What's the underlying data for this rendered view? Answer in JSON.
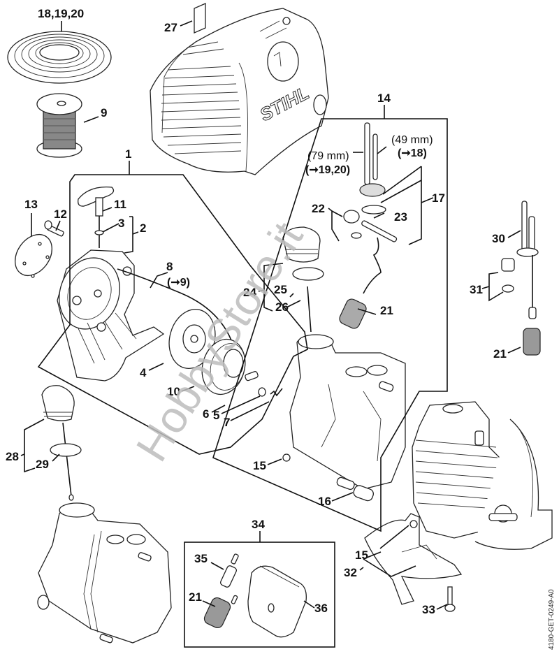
{
  "diagram": {
    "brand_on_cover": "STIHL",
    "watermark": "HobbyStore.it",
    "drawing_code": "4180-GET-0249-A0",
    "callouts": [
      {
        "id": "c18_19_20",
        "text": "18,19,20"
      },
      {
        "id": "c9",
        "text": "9"
      },
      {
        "id": "c27",
        "text": "27"
      },
      {
        "id": "c1",
        "text": "1"
      },
      {
        "id": "c14",
        "text": "14"
      },
      {
        "id": "c13",
        "text": "13"
      },
      {
        "id": "c12",
        "text": "12"
      },
      {
        "id": "c11",
        "text": "11"
      },
      {
        "id": "c3",
        "text": "3"
      },
      {
        "id": "c2",
        "text": "2"
      },
      {
        "id": "c8",
        "text": "8"
      },
      {
        "id": "c4",
        "text": "4"
      },
      {
        "id": "c10",
        "text": "10"
      },
      {
        "id": "c6",
        "text": "6"
      },
      {
        "id": "c5",
        "text": "5"
      },
      {
        "id": "c7",
        "text": "7"
      },
      {
        "id": "c22",
        "text": "22"
      },
      {
        "id": "c23",
        "text": "23"
      },
      {
        "id": "c17",
        "text": "17"
      },
      {
        "id": "c24",
        "text": "24"
      },
      {
        "id": "c25",
        "text": "25"
      },
      {
        "id": "c26",
        "text": "26"
      },
      {
        "id": "c21a",
        "text": "21"
      },
      {
        "id": "c30",
        "text": "30"
      },
      {
        "id": "c31",
        "text": "31"
      },
      {
        "id": "c21b",
        "text": "21"
      },
      {
        "id": "c28",
        "text": "28"
      },
      {
        "id": "c29",
        "text": "29"
      },
      {
        "id": "c15a",
        "text": "15"
      },
      {
        "id": "c16",
        "text": "16"
      },
      {
        "id": "c34",
        "text": "34"
      },
      {
        "id": "c35",
        "text": "35"
      },
      {
        "id": "c21c",
        "text": "21"
      },
      {
        "id": "c36",
        "text": "36"
      },
      {
        "id": "c15b",
        "text": "15"
      },
      {
        "id": "c32",
        "text": "32"
      },
      {
        "id": "c33",
        "text": "33"
      }
    ],
    "notes": {
      "len79": "(79 mm)",
      "ref79": "19,20",
      "len49": "(49 mm)",
      "ref49": "18",
      "ref8": "9",
      "arrow": "➞"
    }
  }
}
